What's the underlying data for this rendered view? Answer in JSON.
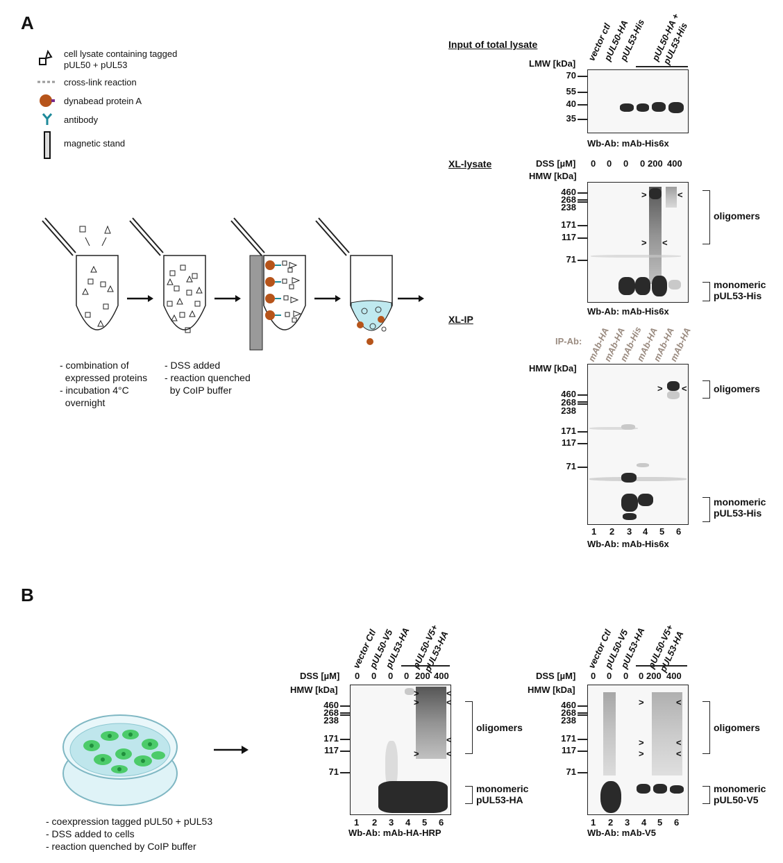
{
  "panel_a": {
    "letter": "A",
    "legend": {
      "items": [
        {
          "icon": "lysate-icon",
          "text": "cell lysate containing tagged pUL50 + pUL53"
        },
        {
          "icon": "crosslink-icon",
          "text": "cross-link reaction"
        },
        {
          "icon": "dynabead-icon",
          "text": "dynabead protein A"
        },
        {
          "icon": "antibody-icon",
          "text": "antibody"
        },
        {
          "icon": "magnetic-stand-icon",
          "text": "magnetic stand"
        }
      ]
    },
    "steps": {
      "step1": [
        "- combination of",
        "  expressed proteins",
        "- incubation 4°C",
        "  overnight"
      ],
      "step2": [
        "- DSS added",
        "- reaction quenched",
        "  by CoIP buffer"
      ]
    },
    "blot1": {
      "section": "Input of total lysate",
      "lanes": [
        "vector ctl",
        "pUL50-HA",
        "pUL53-His",
        "pUL50-HA +",
        "pUL53-His"
      ],
      "axis": "LMW [kDa]",
      "markers": [
        "70",
        "55",
        "40",
        "35"
      ],
      "wb": "Wb-Ab: mAb-His6x"
    },
    "blot2": {
      "section": "XL-lysate",
      "dss_label": "DSS [µM]",
      "dss": [
        "0",
        "0",
        "0",
        "0",
        "200",
        "400"
      ],
      "axis": "HMW [kDa]",
      "markers": [
        "460",
        "268",
        "238",
        "171",
        "117",
        "71"
      ],
      "oligomers": "oligomers",
      "mono1": "monomeric",
      "mono2": "pUL53-His",
      "wb": "Wb-Ab: mAb-His6x"
    },
    "blot3": {
      "section": "XL-IP",
      "ip_label": "IP-Ab:",
      "ip": [
        "mAb-HA",
        "mAb-HA",
        "mAb-His",
        "mAb-HA",
        "mAb-HA",
        "mAb-HA"
      ],
      "axis": "HMW [kDa]",
      "markers": [
        "460",
        "268",
        "238",
        "171",
        "117",
        "71"
      ],
      "oligomers": "oligomers",
      "mono1": "monomeric",
      "mono2": "pUL53-His",
      "lanes": [
        "1",
        "2",
        "3",
        "4",
        "5",
        "6"
      ],
      "wb": "Wb-Ab: mAb-His6x"
    }
  },
  "panel_b": {
    "letter": "B",
    "notes": [
      "- coexpression tagged pUL50 + pUL53",
      "- DSS added to cells",
      "- reaction quenched by CoIP buffer"
    ],
    "blot4": {
      "lanes": [
        "vector Ctl",
        "pUL50-V5",
        "pUL53-HA",
        "pUL50-V5+",
        "pUL53-HA"
      ],
      "dss_label": "DSS [µM]",
      "dss": [
        "0",
        "0",
        "0",
        "0",
        "200",
        "400"
      ],
      "axis": "HMW [kDa]",
      "markers": [
        "460",
        "268",
        "238",
        "171",
        "117",
        "71"
      ],
      "oligomers": "oligomers",
      "mono1": "monomeric",
      "mono2": "pUL53-HA",
      "nums": [
        "1",
        "2",
        "3",
        "4",
        "5",
        "6"
      ],
      "wb": "Wb-Ab: mAb-HA-HRP"
    },
    "blot5": {
      "lanes": [
        "vector Ctl",
        "pUL50-V5",
        "pUL53-HA",
        "pUL50-V5+",
        "pUL53-HA"
      ],
      "dss_label": "DSS [µM]",
      "dss": [
        "0",
        "0",
        "0",
        "0",
        "200",
        "400"
      ],
      "axis": "HMW [kDa]",
      "markers": [
        "460",
        "268",
        "238",
        "171",
        "117",
        "71"
      ],
      "oligomers": "oligomers",
      "mono1": "monomeric",
      "mono2": "pUL50-V5",
      "nums": [
        "1",
        "2",
        "3",
        "4",
        "5",
        "6"
      ],
      "wb": "Wb-Ab: mAb-V5"
    }
  }
}
